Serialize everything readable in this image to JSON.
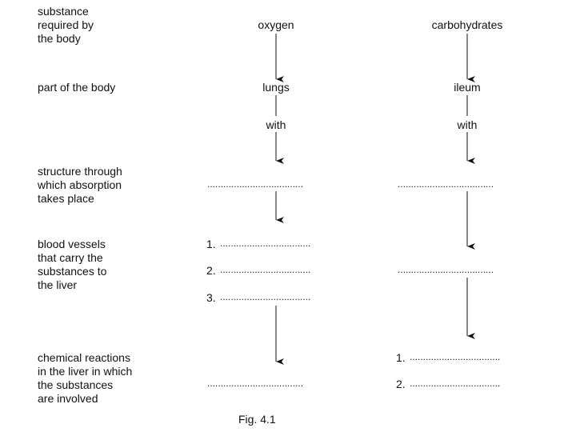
{
  "rows": {
    "substance": "substance\nrequired by\nthe body",
    "part": "part of the body",
    "structure": "structure through\nwhich absorption\ntakes place",
    "vessels": "blood vessels\nthat carry the\nsubstances to\nthe liver",
    "reactions": "chemical reactions\nin the liver in which\nthe substances\nare involved"
  },
  "columns": {
    "oxygen": {
      "substance": "oxygen",
      "part": "lungs",
      "with": "with"
    },
    "carbohydrates": {
      "substance": "carbohydrates",
      "part": "ileum",
      "with": "with"
    }
  },
  "blanks": {
    "dotted": "....................................",
    "dotted_num": "..................................",
    "n1": "1.",
    "n2": "2.",
    "n3": "3."
  },
  "caption": "Fig. 4.1"
}
